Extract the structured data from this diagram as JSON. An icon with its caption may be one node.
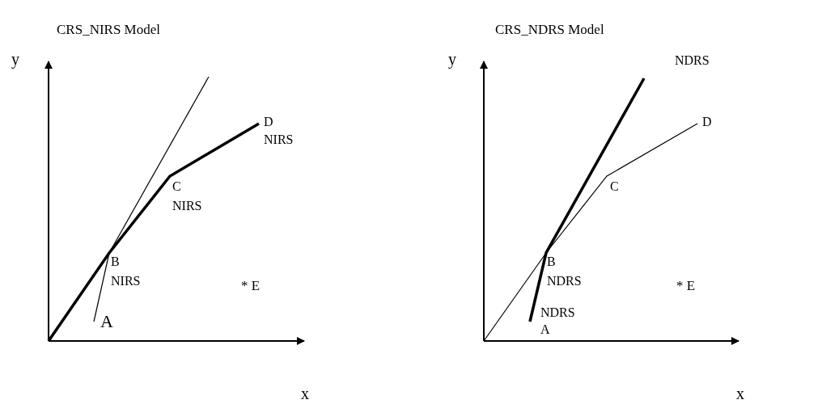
{
  "diagram": {
    "labels": [
      "CRS_NIRS Model",
      "y",
      "D",
      "NIRS",
      "C",
      "NIRS",
      "B",
      "NIRS",
      "* E",
      "A",
      "x",
      "CRS_NDRS Model",
      "y",
      "NDRS",
      "D",
      "C",
      "B",
      "NDRS",
      "* E",
      "NDRS",
      "A",
      "x"
    ]
  }
}
